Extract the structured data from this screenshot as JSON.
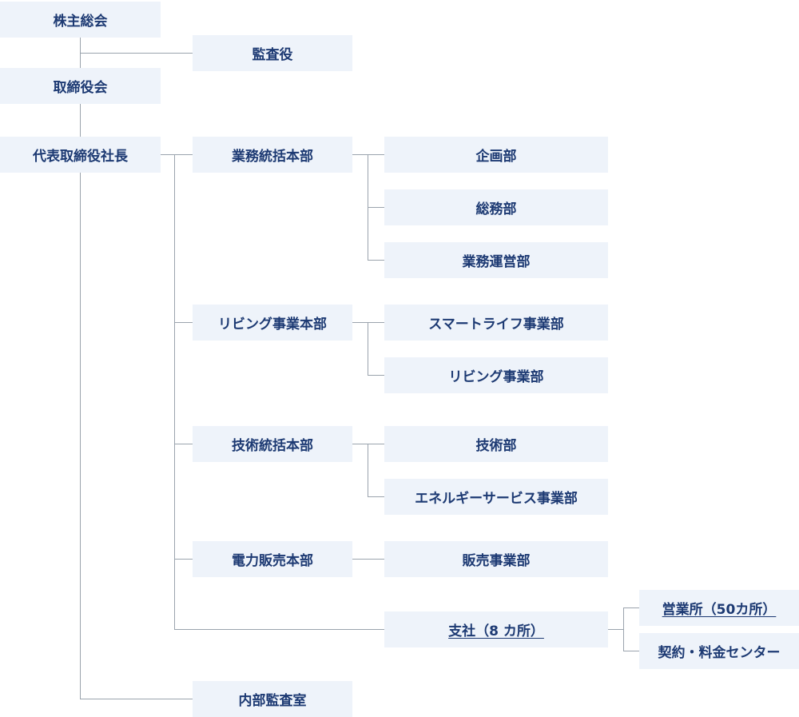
{
  "org": {
    "shareholders": "株主総会",
    "auditor": "監査役",
    "board": "取締役会",
    "president": "代表取締役社長",
    "ops_hq": "業務統括本部",
    "planning": "企画部",
    "general_affairs": "総務部",
    "ops_management": "業務運営部",
    "living_hq": "リビング事業本部",
    "smart_life": "スマートライフ事業部",
    "living": "リビング事業部",
    "tech_hq": "技術統括本部",
    "tech": "技術部",
    "energy_service": "エネルギーサービス事業部",
    "power_sales_hq": "電力販売本部",
    "sales": "販売事業部",
    "branches": "支社（8 カ所）",
    "sales_offices": "営業所（50カ所）",
    "contract_center": "契約・料金センター",
    "internal_audit": "内部監査室"
  }
}
